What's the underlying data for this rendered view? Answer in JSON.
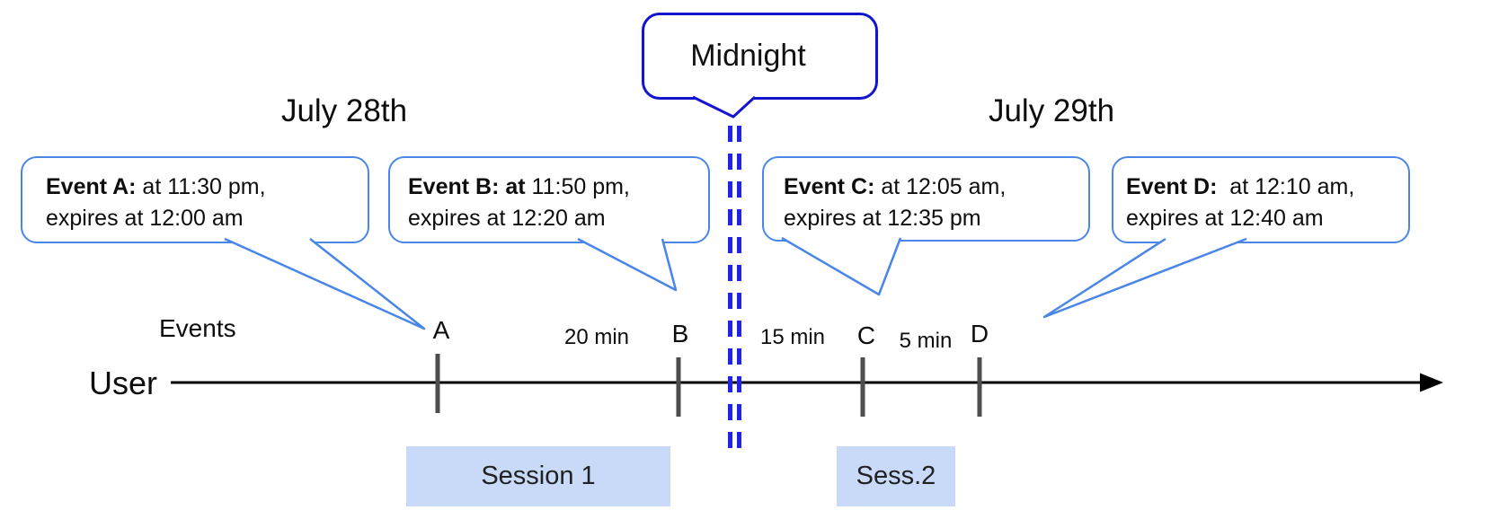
{
  "dates": {
    "left": "July 28th",
    "right": "July 29th"
  },
  "midnight": {
    "label": "Midnight"
  },
  "axis": {
    "events_label": "Events",
    "user_label": "User"
  },
  "events": [
    {
      "tick": "A",
      "bold": "Event A:",
      "rest": " at 11:30 pm,",
      "line2": "expires at 12:00 am"
    },
    {
      "tick": "B",
      "bold": "Event B: at",
      "rest": " 11:50 pm,",
      "line2": "expires at 12:20 am"
    },
    {
      "tick": "C",
      "bold": "Event C:",
      "rest": " at 12:05 am,",
      "line2": "expires at 12:35 pm"
    },
    {
      "tick": "D",
      "bold": "Event D:",
      "rest": "  at 12:10 am,",
      "line2": "expires at 12:40 am"
    }
  ],
  "gaps": [
    {
      "label": "20 min"
    },
    {
      "label": "15 min"
    },
    {
      "label": "5 min"
    }
  ],
  "sessions": [
    {
      "label": "Session 1"
    },
    {
      "label": "Sess.2"
    }
  ],
  "colors": {
    "event_bubble_border": "#4a86e8",
    "midnight_bubble_border": "#1414cf",
    "midnight_dash": "#2222e8",
    "session_fill": "#c9daf8",
    "timeline": "#000000",
    "tick": "#4d4d4d"
  }
}
